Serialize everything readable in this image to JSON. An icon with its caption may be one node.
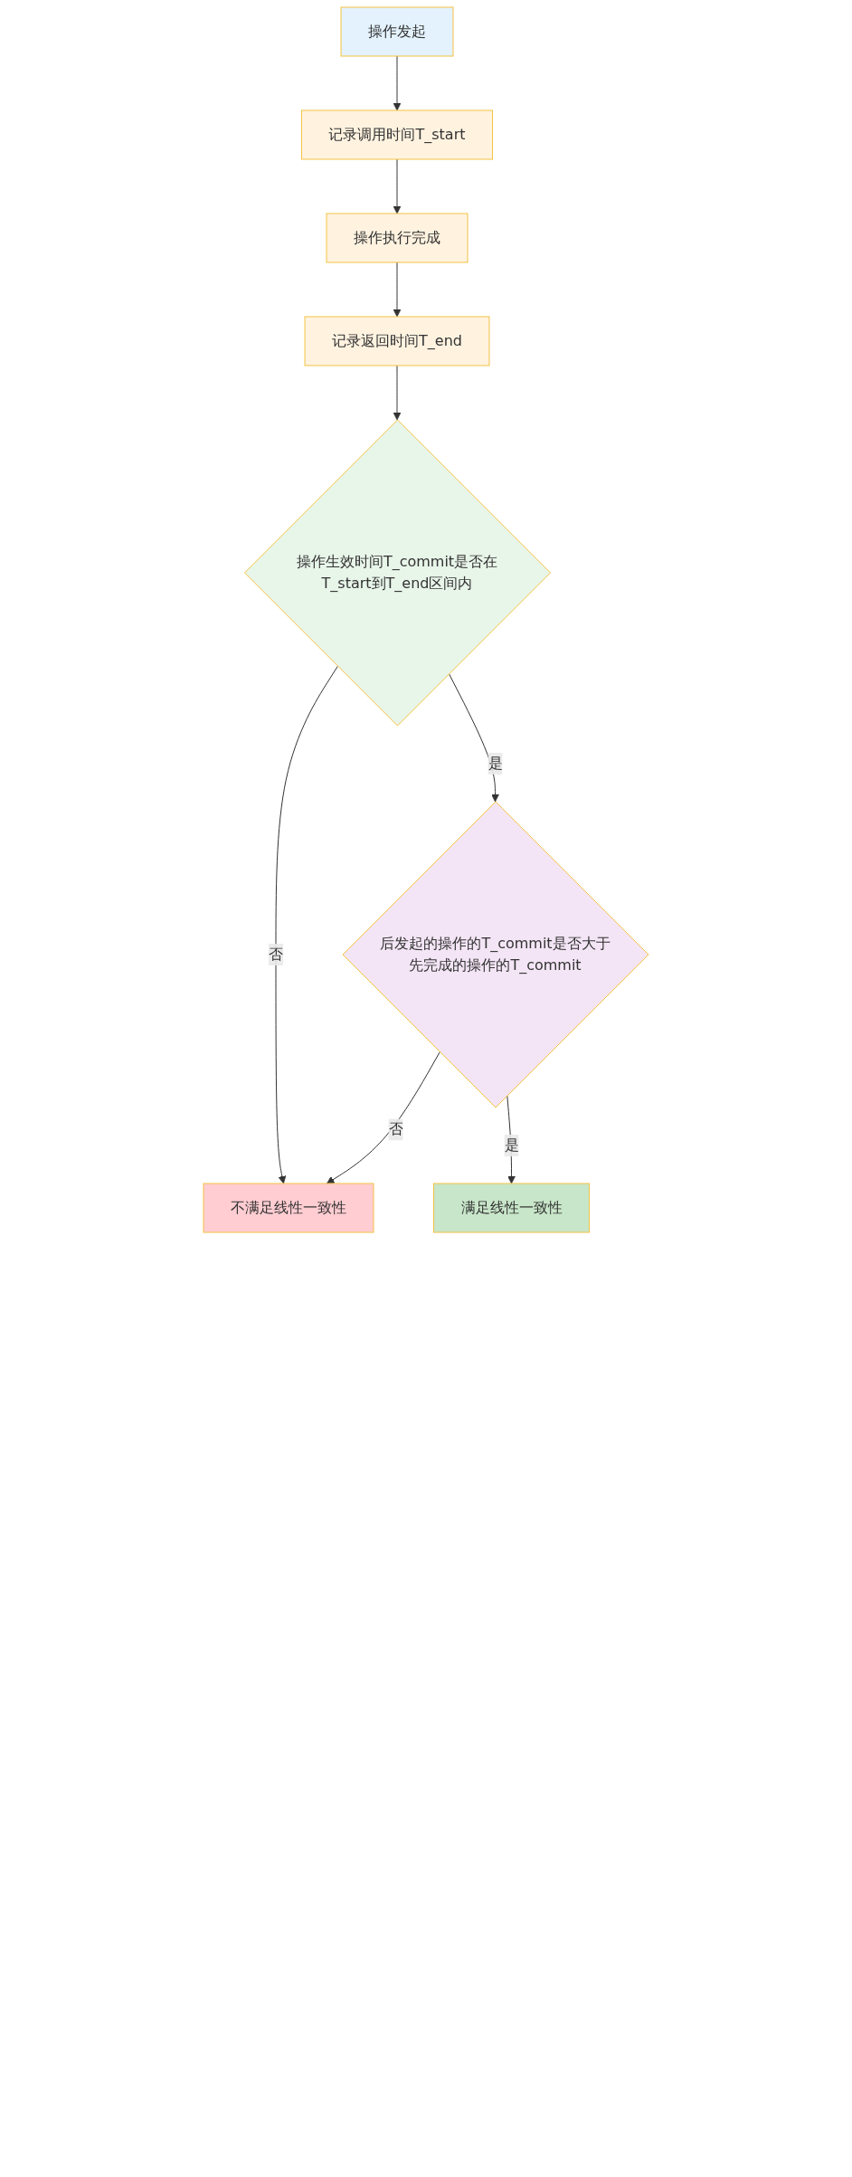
{
  "diagram": {
    "nodes": [
      {
        "text": [
          "操作发起"
        ]
      },
      {
        "text": [
          "记录调用时间T_start"
        ]
      },
      {
        "text": [
          "操作执行完成"
        ]
      },
      {
        "text": [
          "记录返回时间T_end"
        ]
      },
      {
        "text": [
          "操作生效时间T_commit是否在T_start到T_end区间内"
        ]
      },
      {
        "text": [
          "后发起的操作的T_commit是否大于先完成的操作的T_commit"
        ]
      },
      {
        "text": [
          "不满足线性一致性"
        ]
      },
      {
        "text": [
          "满足线性一致性"
        ]
      }
    ],
    "edges": [
      {
        "from": 0,
        "to": 1,
        "arrow": "to"
      },
      {
        "from": 1,
        "to": 2,
        "arrow": "to"
      },
      {
        "from": 2,
        "to": 3,
        "arrow": "to"
      },
      {
        "from": 3,
        "to": 4,
        "arrow": "to"
      },
      {
        "from": 4,
        "to": 6,
        "label": "否",
        "arrow": "to"
      },
      {
        "from": 4,
        "to": 5,
        "label": "是",
        "arrow": "to"
      },
      {
        "from": 5,
        "to": 6,
        "label": "否",
        "arrow": "to"
      },
      {
        "from": 5,
        "to": 7,
        "label": "是",
        "arrow": "to"
      }
    ]
  }
}
